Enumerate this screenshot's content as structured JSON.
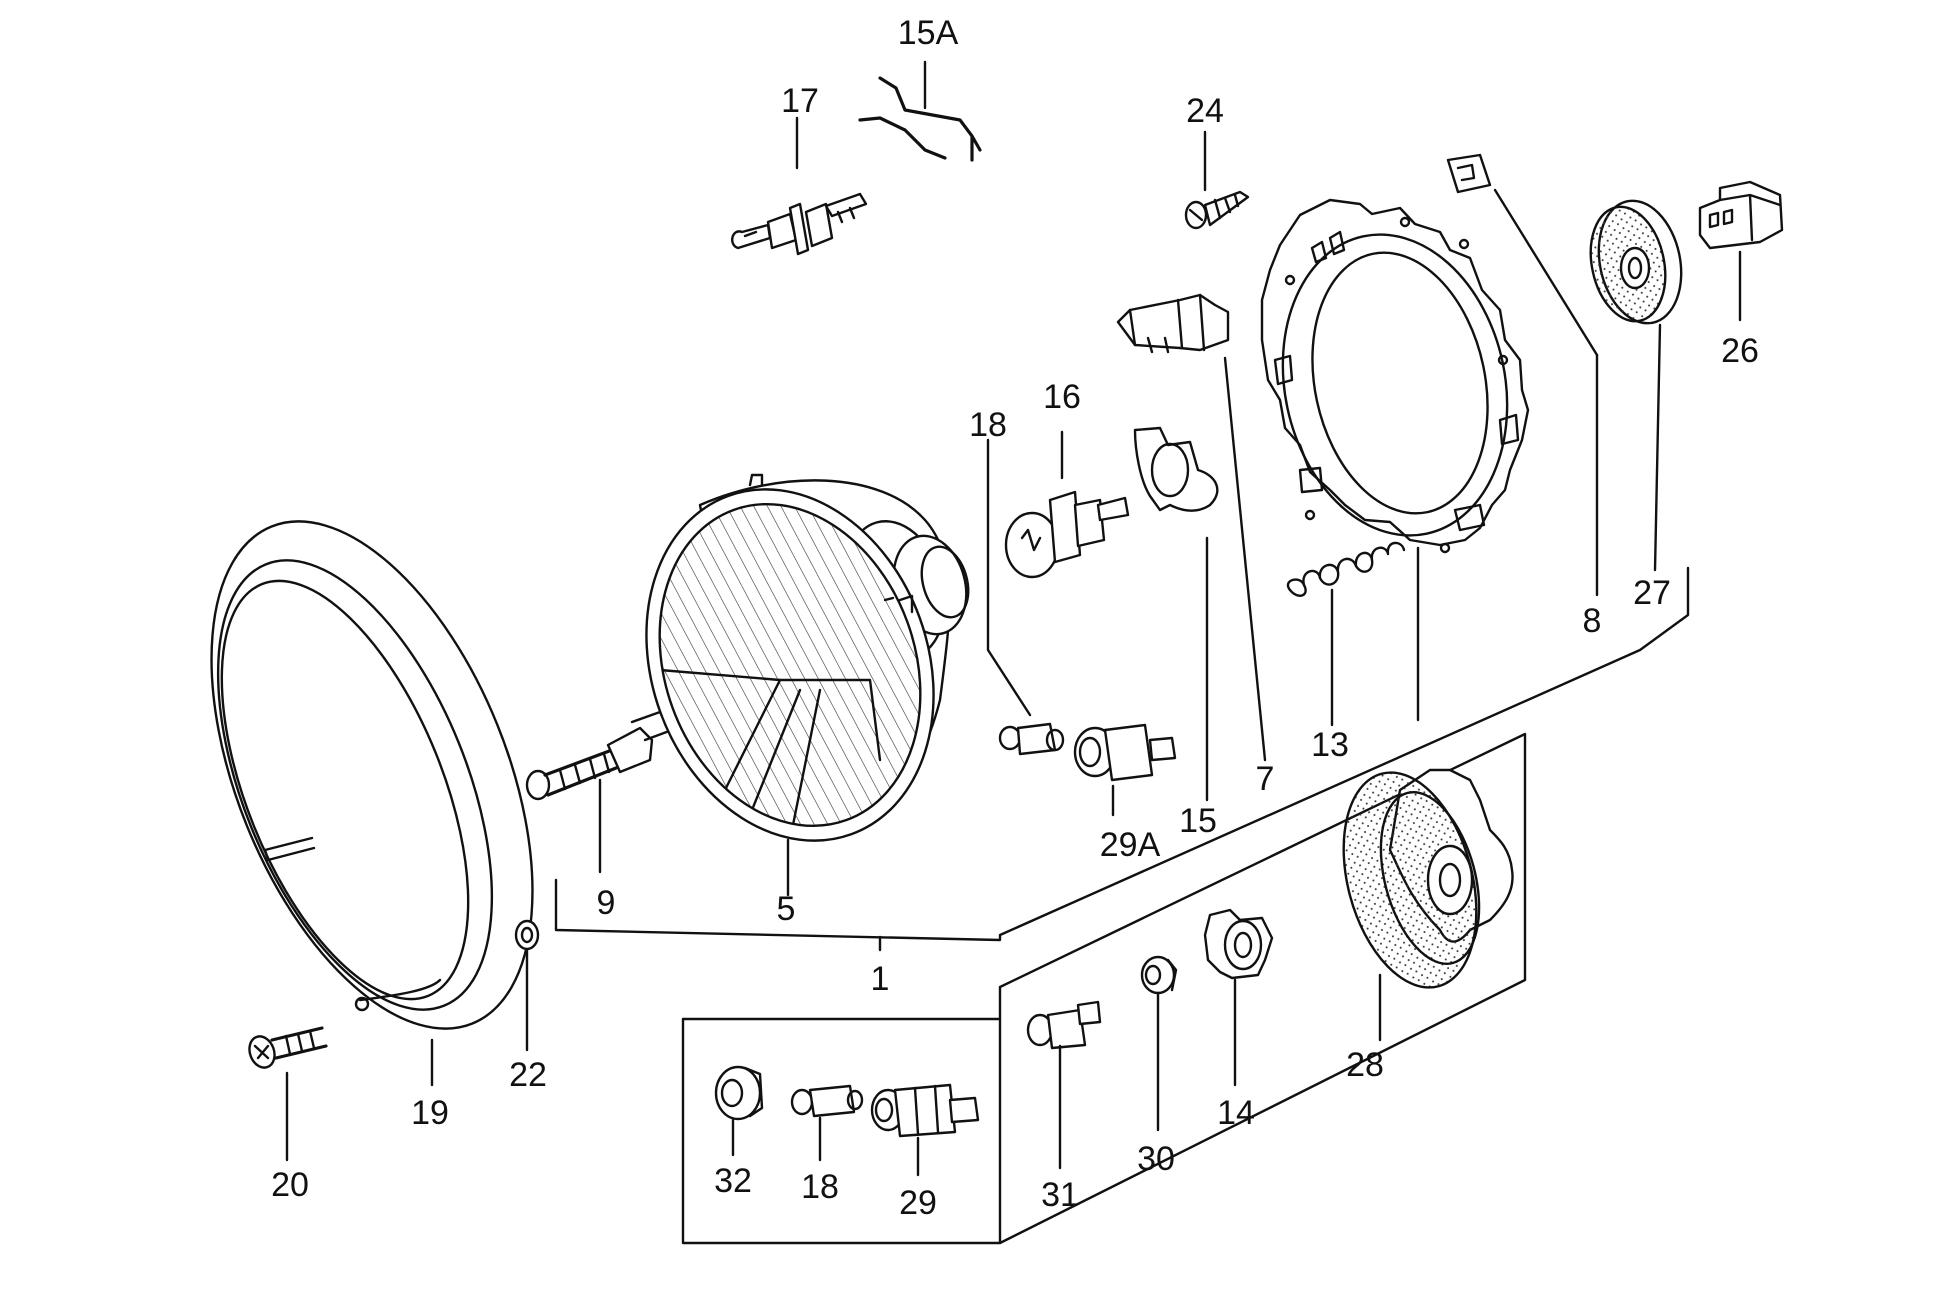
{
  "diagram": {
    "labels": {
      "p1": "1",
      "p5": "5",
      "p7": "7",
      "p8": "8",
      "p9": "9",
      "p13": "13",
      "p14": "14",
      "p15": "15",
      "p15a": "15A",
      "p16": "16",
      "p17": "17",
      "p18_top": "18",
      "p18_bottom": "18",
      "p19": "19",
      "p20": "20",
      "p22": "22",
      "p24": "24",
      "p26": "26",
      "p27": "27",
      "p28": "28",
      "p29": "29",
      "p29a": "29A",
      "p30": "30",
      "p31": "31",
      "p32": "32"
    }
  }
}
